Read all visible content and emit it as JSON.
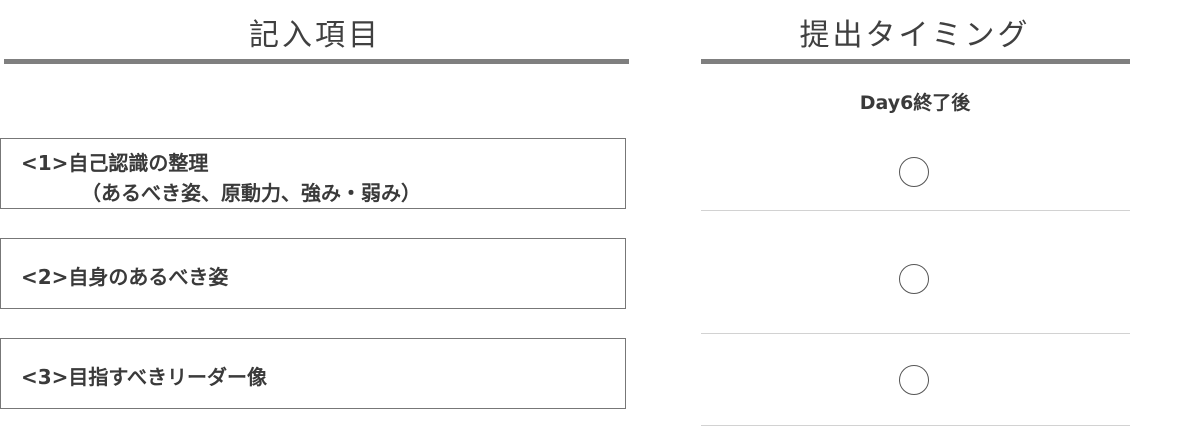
{
  "headers": {
    "items_title": "記入項目",
    "timing_title": "提出タイミング"
  },
  "timing_label": "Day6終了後",
  "items": [
    {
      "line1": "<1>自己認識の整理",
      "line2": "（あるべき姿、原動力、強み・弱み）",
      "mark": "○"
    },
    {
      "line1": "<2>自身のあるべき姿",
      "mark": "○"
    },
    {
      "line1": "<3>目指すべきリーダー像",
      "mark": "○"
    }
  ]
}
